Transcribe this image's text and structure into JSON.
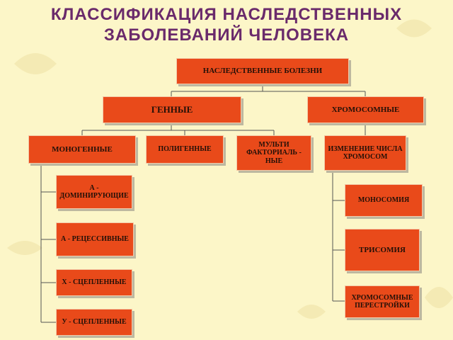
{
  "title": {
    "line1": "КЛАССИФИКАЦИЯ НАСЛЕДСТВЕННЫХ",
    "line2": "ЗАБОЛЕВАНИЙ ЧЕЛОВЕКА"
  },
  "diagram": {
    "root": "НАСЛЕДСТВЕННЫЕ БОЛЕЗНИ",
    "genetic": "ГЕННЫЕ",
    "chromosomal": "ХРОМОСОМНЫЕ",
    "monogenic": "МОНОГЕННЫЕ",
    "polygenic": "ПОЛИГЕННЫЕ",
    "multifactorial": "МУЛЬТИ ФАКТОРИАЛЬ - НЫЕ",
    "chrom_number": "ИЗМЕНЕНИЕ ЧИСЛА ХРОМОСОМ",
    "a_dominant": "А - ДОМИНИРУЮЩИЕ",
    "a_recessive": "А - РЕЦЕССИВНЫЕ",
    "x_linked": "Х - СЦЕПЛЕННЫЕ",
    "y_linked": "У - СЦЕПЛЕННЫЕ",
    "monosomy": "МОНОСОМИЯ",
    "trisomy": "ТРИСОМИЯ",
    "rearrangements": "ХРОМОСОМНЫЕ ПЕРЕСТРОЙКИ"
  },
  "colors": {
    "background": "#fcf6c8",
    "title": "#6a2a6b",
    "box_fill": "#e94a1a",
    "box_text": "#231008"
  }
}
